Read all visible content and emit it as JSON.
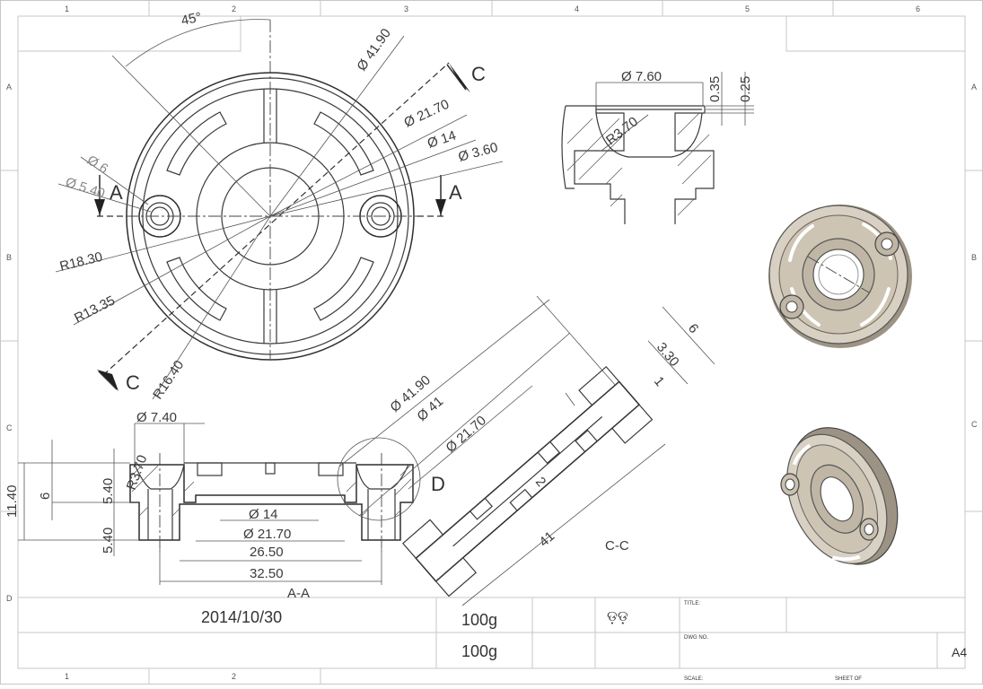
{
  "border": {
    "columns": [
      "1",
      "2",
      "3",
      "4",
      "5",
      "6"
    ],
    "rows": [
      "A",
      "B",
      "C",
      "D"
    ]
  },
  "title_block": {
    "date": "2014/10/30",
    "weight_1": "100g",
    "weight_2": "100g",
    "mark": "ଡ଼ଡ଼",
    "title_label": "TITLE:",
    "dwg_no_label": "DWG NO.",
    "scale_label": "SCALE:",
    "sheet_label": "SHEET OF",
    "size": "A4"
  },
  "front_view": {
    "angle": "45°",
    "d_41_90": "Ø 41.90",
    "d_21_70": "Ø 21.70",
    "d_14": "Ø 14",
    "d_3_60": "Ø 3.60",
    "d_6": "Ø 6",
    "d_5_40": "Ø 5.40",
    "r_18_30": "R18.30",
    "r_13_35": "R13.35",
    "r_16_40": "R16.40",
    "cut_a": "A",
    "cut_c": "C"
  },
  "detail_view": {
    "d_7_60": "Ø 7.60",
    "dim_0_35": "0.35",
    "dim_0_25": "0.25",
    "r_3_70": "R3.70"
  },
  "section_aa": {
    "name": "A-A",
    "d_7_40": "Ø 7.40",
    "r_3_70": "R3.70",
    "d_14": "Ø 14",
    "d_21_70": "Ø 21.70",
    "dim_26_50": "26.50",
    "dim_32_50": "32.50",
    "h_11_40": "11.40",
    "h_6": "6",
    "h_5_40_a": "5.40",
    "h_5_40_b": "5.40",
    "detail_label": "D"
  },
  "section_cc": {
    "name": "C-C",
    "d_41_90": "Ø 41.90",
    "d_41": "Ø 41",
    "d_21_70": "Ø 21.70",
    "dim_41": "41",
    "dim_6": "6",
    "dim_3_30": "3.30",
    "dim_1": "1",
    "dim_2": "2"
  },
  "colors": {
    "line": "#333333",
    "part_fill": "#d8d0c2",
    "part_shadow": "#9c9384"
  }
}
